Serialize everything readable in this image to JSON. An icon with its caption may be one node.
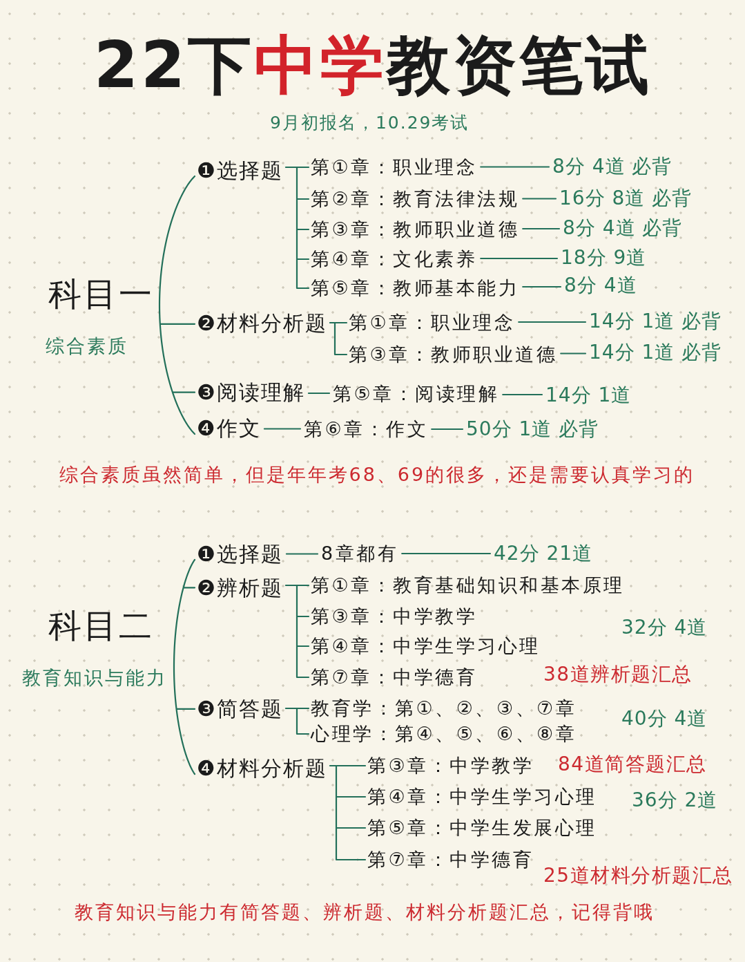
{
  "diagram": {
    "title": "22下**中学**教资笔试",
    "nodes": [
      {
        "text": [
          "科目一",
          "综合素质"
        ]
      },
      {
        "text": [
          "❶选择题"
        ]
      },
      {
        "text": [
          "❷材料分析题"
        ]
      },
      {
        "text": [
          "❸阅读理解"
        ]
      },
      {
        "text": [
          "❹作文"
        ]
      },
      {
        "text": [
          "第①章：职业理念"
        ]
      },
      {
        "text": [
          "第②章：教育法律法规"
        ]
      },
      {
        "text": [
          "第③章：教师职业道德"
        ]
      },
      {
        "text": [
          "第④章：文化素养"
        ]
      },
      {
        "text": [
          "第⑤章：教师基本能力"
        ]
      },
      {
        "text": [
          "8分 4道 必背"
        ]
      },
      {
        "text": [
          "16分 8道 必背"
        ]
      },
      {
        "text": [
          "8分 4道 必背"
        ]
      },
      {
        "text": [
          "18分 9道"
        ]
      },
      {
        "text": [
          "8分 4道"
        ]
      },
      {
        "text": [
          "第①章：职业理念"
        ]
      },
      {
        "text": [
          "第③章：教师职业道德"
        ]
      },
      {
        "text": [
          "14分 1道 必背"
        ]
      },
      {
        "text": [
          "14分 1道 必背"
        ]
      },
      {
        "text": [
          "第⑤章：阅读理解"
        ]
      },
      {
        "text": [
          "14分 1道"
        ]
      },
      {
        "text": [
          "第⑥章：作文"
        ]
      },
      {
        "text": [
          "50分 1道 必背"
        ]
      },
      {
        "text": [
          "科目二",
          "教育知识与能力"
        ]
      },
      {
        "text": [
          "❶选择题"
        ]
      },
      {
        "text": [
          "❷辨析题"
        ]
      },
      {
        "text": [
          "❸简答题"
        ]
      },
      {
        "text": [
          "❹材料分析题"
        ]
      },
      {
        "text": [
          "8章都有"
        ]
      },
      {
        "text": [
          "42分 21道"
        ]
      },
      {
        "text": [
          "第①章：教育基础知识和基本原理"
        ]
      },
      {
        "text": [
          "第③章：中学教学"
        ]
      },
      {
        "text": [
          "第④章：中学生学习心理"
        ]
      },
      {
        "text": [
          "第⑦章：中学德育"
        ]
      },
      {
        "text": [
          "教育学：第①、②、③、⑦章"
        ]
      },
      {
        "text": [
          "心理学：第④、⑤、⑥、⑧章"
        ]
      },
      {
        "text": [
          "第③章：中学教学"
        ]
      },
      {
        "text": [
          "第④章：中学生学习心理"
        ]
      },
      {
        "text": [
          "第⑤章：中学生发展心理"
        ]
      },
      {
        "text": [
          "第⑦章：中学德育"
        ]
      }
    ],
    "edges": [
      {
        "from": 0,
        "to": 1,
        "arrow": "none"
      },
      {
        "from": 0,
        "to": 2,
        "arrow": "none"
      },
      {
        "from": 0,
        "to": 3,
        "arrow": "none"
      },
      {
        "from": 0,
        "to": 4,
        "arrow": "none"
      },
      {
        "from": 1,
        "to": 5,
        "arrow": "none"
      },
      {
        "from": 1,
        "to": 6,
        "arrow": "none"
      },
      {
        "from": 1,
        "to": 7,
        "arrow": "none"
      },
      {
        "from": 1,
        "to": 8,
        "arrow": "none"
      },
      {
        "from": 1,
        "to": 9,
        "arrow": "none"
      },
      {
        "from": 5,
        "to": 10,
        "arrow": "none"
      },
      {
        "from": 6,
        "to": 11,
        "arrow": "none"
      },
      {
        "from": 7,
        "to": 12,
        "arrow": "none"
      },
      {
        "from": 8,
        "to": 13,
        "arrow": "none"
      },
      {
        "from": 9,
        "to": 14,
        "arrow": "none"
      },
      {
        "from": 2,
        "to": 15,
        "arrow": "none"
      },
      {
        "from": 2,
        "to": 16,
        "arrow": "none"
      },
      {
        "from": 15,
        "to": 17,
        "arrow": "none"
      },
      {
        "from": 16,
        "to": 18,
        "arrow": "none"
      },
      {
        "from": 3,
        "to": 19,
        "arrow": "none"
      },
      {
        "from": 19,
        "to": 20,
        "arrow": "none"
      },
      {
        "from": 4,
        "to": 21,
        "arrow": "none"
      },
      {
        "from": 21,
        "to": 22,
        "arrow": "none"
      },
      {
        "from": 23,
        "to": 24,
        "arrow": "none"
      },
      {
        "from": 23,
        "to": 25,
        "arrow": "none"
      },
      {
        "from": 23,
        "to": 26,
        "arrow": "none"
      },
      {
        "from": 23,
        "to": 27,
        "arrow": "none"
      },
      {
        "from": 24,
        "to": 28,
        "arrow": "none"
      },
      {
        "from": 28,
        "to": 29,
        "arrow": "none"
      },
      {
        "from": 25,
        "to": 30,
        "arrow": "none"
      },
      {
        "from": 25,
        "to": 31,
        "arrow": "none"
      },
      {
        "from": 25,
        "to": 32,
        "arrow": "none"
      },
      {
        "from": 25,
        "to": 33,
        "arrow": "none"
      },
      {
        "from": 26,
        "to": 34,
        "arrow": "none"
      },
      {
        "from": 26,
        "to": 35,
        "arrow": "none"
      },
      {
        "from": 27,
        "to": 36,
        "arrow": "none"
      },
      {
        "from": 27,
        "to": 37,
        "arrow": "none"
      },
      {
        "from": 27,
        "to": 38,
        "arrow": "none"
      },
      {
        "from": 27,
        "to": 39,
        "arrow": "none"
      }
    ],
    "labels": [
      "9月初报名，10.29考试",
      "综合素质虽然简单，但是年年考68、69的很多，还是需要认真学习的",
      "32分 4道",
      "38道辨析题汇总",
      "40分 4道",
      "84道简答题汇总",
      "36分 2道",
      "25道材料分析题汇总",
      "教育知识与能力有简答题、辨析题、材料分析题汇总，记得背哦"
    ]
  }
}
